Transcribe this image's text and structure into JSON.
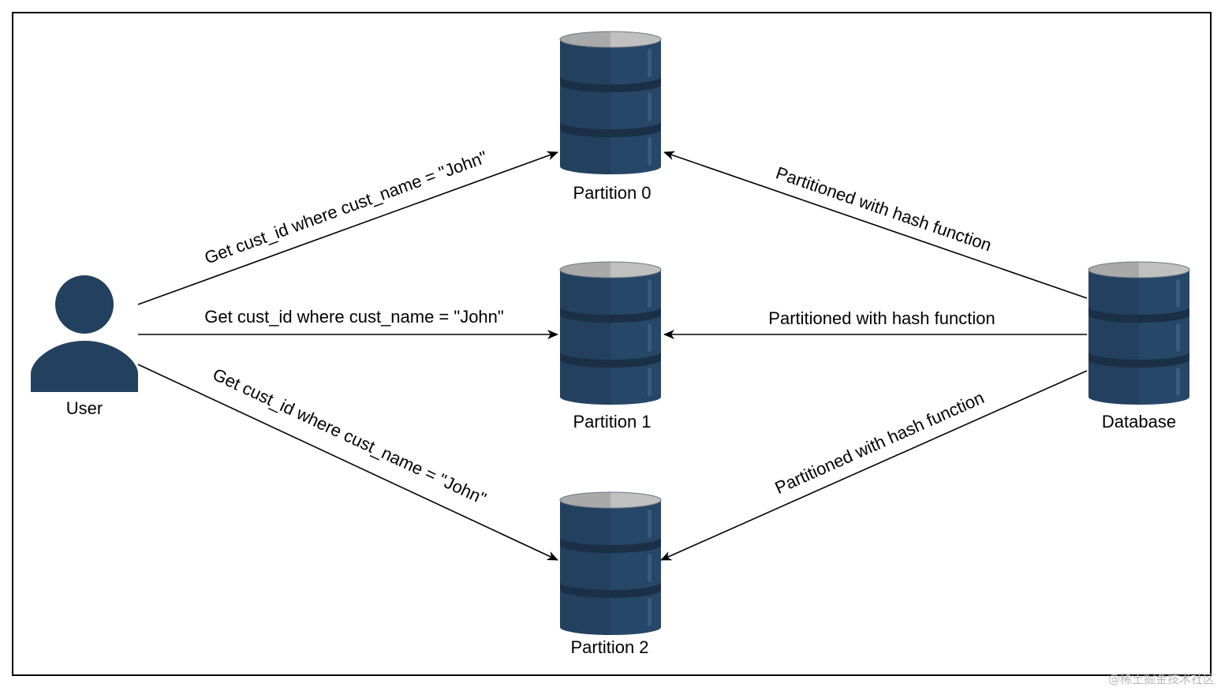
{
  "diagram": {
    "nodes": {
      "user": {
        "label": "User",
        "icon": "user-icon"
      },
      "partition0": {
        "label": "Partition 0",
        "icon": "database-icon"
      },
      "partition1": {
        "label": "Partition 1",
        "icon": "database-icon"
      },
      "partition2": {
        "label": "Partition 2",
        "icon": "database-icon"
      },
      "database": {
        "label": "Database",
        "icon": "database-icon"
      }
    },
    "edges": [
      {
        "from": "User",
        "to": "Partition 0",
        "label": "Get cust_id where cust_name = \"John\""
      },
      {
        "from": "User",
        "to": "Partition 1",
        "label": "Get cust_id where cust_name = \"John\""
      },
      {
        "from": "User",
        "to": "Partition 2",
        "label": "Get cust_id where cust_name = \"John\""
      },
      {
        "from": "Database",
        "to": "Partition 0",
        "label": "Partitioned with hash function"
      },
      {
        "from": "Database",
        "to": "Partition 1",
        "label": "Partitioned with hash function"
      },
      {
        "from": "Database",
        "to": "Partition 2",
        "label": "Partitioned with hash function"
      }
    ]
  },
  "watermark": "@稀土掘金技术社区",
  "colors": {
    "node_fill": "#23405f",
    "node_band": "#1b2f47",
    "node_top": "#a9a9a9",
    "node_top_rim": "#6f7780",
    "edge": "#000000"
  }
}
